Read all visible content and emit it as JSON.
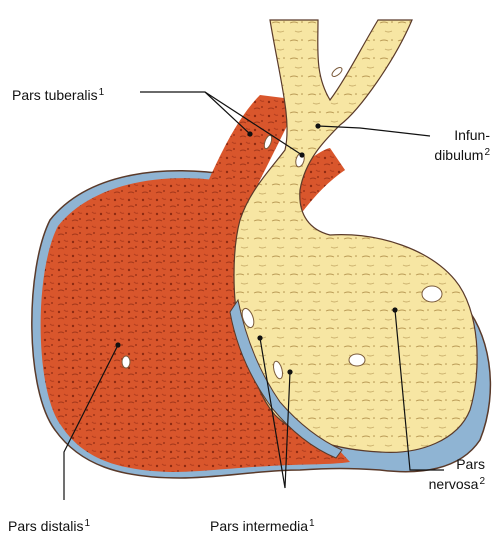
{
  "diagram": {
    "labels": {
      "pars_tuberalis": {
        "text": "Pars tuberalis",
        "note": "1"
      },
      "infundibulum_line1": "Infun-",
      "infundibulum_line2": {
        "text": "dibulum",
        "note": "2"
      },
      "pars_nervosa_line1": "Pars",
      "pars_nervosa_line2": {
        "text": "nervosa",
        "note": "2"
      },
      "pars_distalis": {
        "text": "Pars distalis",
        "note": "1"
      },
      "pars_intermedia": {
        "text": "Pars intermedia",
        "note": "1"
      }
    },
    "colors": {
      "adenohypophysis": "#d9562c",
      "neurohypophysis": "#f7e6a3",
      "outer_capsule": "#8fb4d3",
      "outline": "#5a3a2a",
      "vessel": "#ffffff"
    }
  }
}
